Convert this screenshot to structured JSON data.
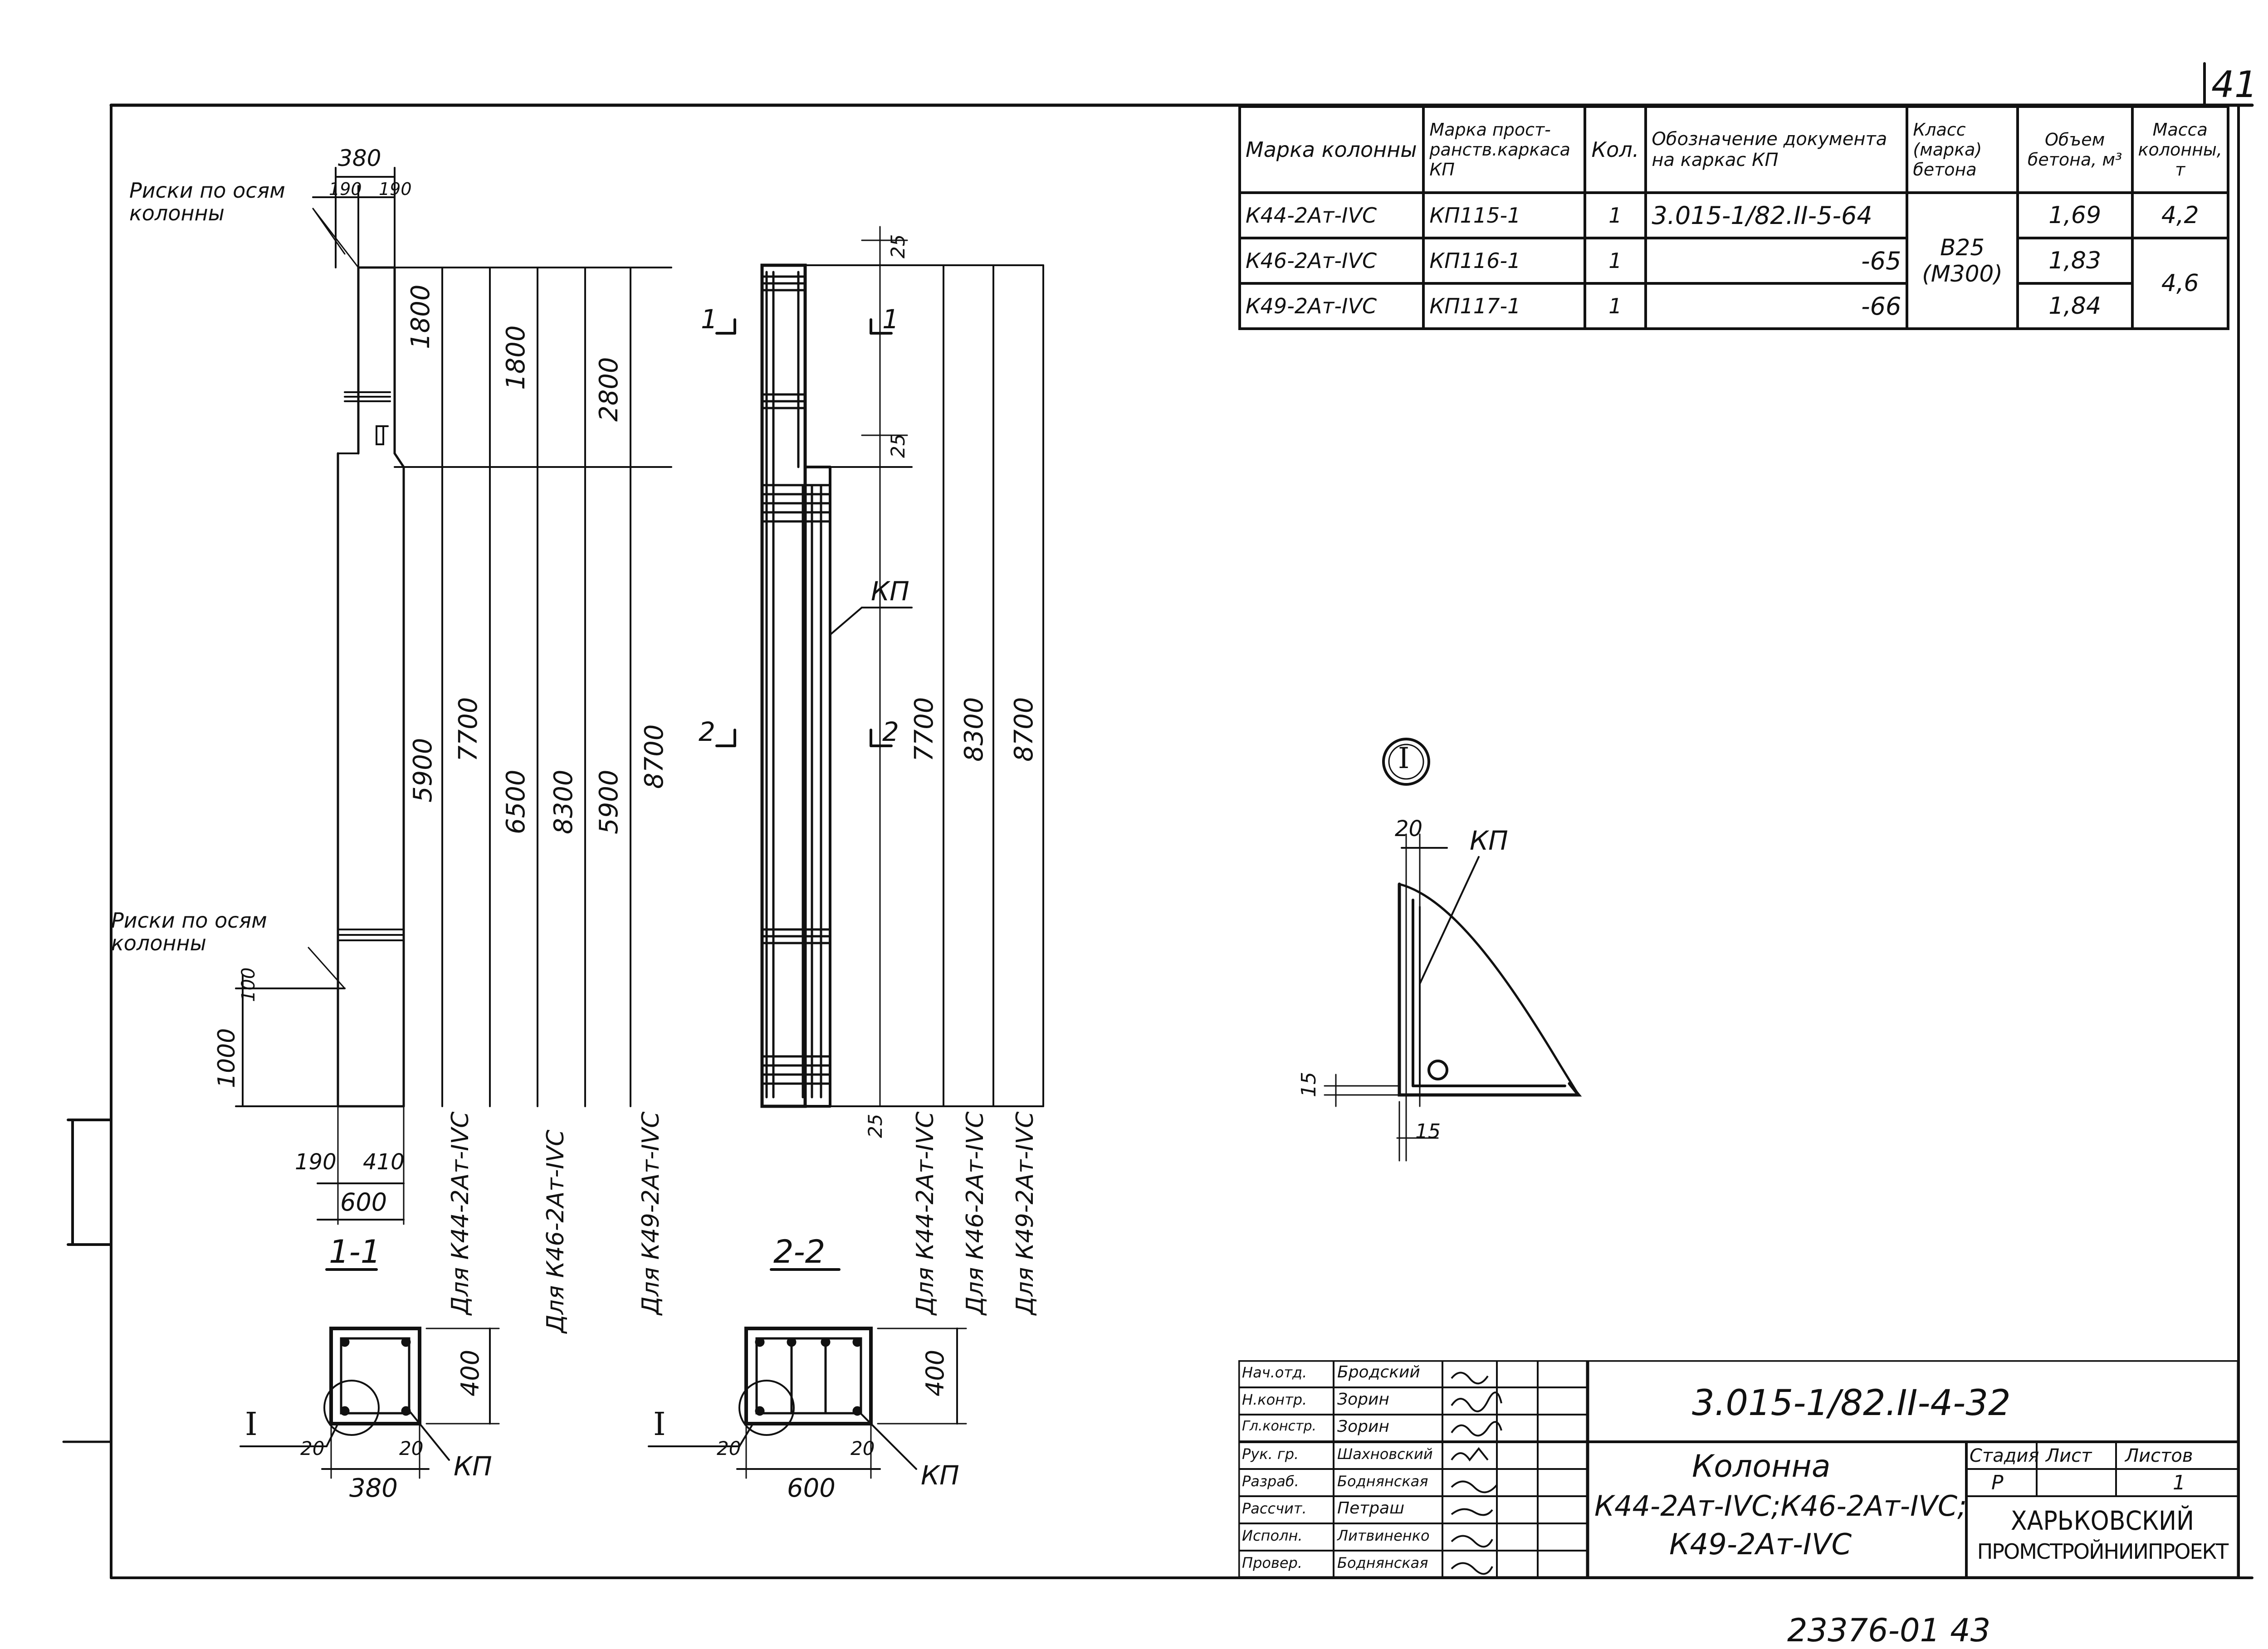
{
  "page_number": "41",
  "spec_table": {
    "headers": {
      "col_mark": "Марка колонны",
      "col_frame": "Марка прост-ранств.каркаса КП",
      "col_qty": "Кол.",
      "col_doc": "Обозначение документа на каркас КП",
      "col_class": "Класс (марка) бетона",
      "col_volume": "Объем бетона, м³",
      "col_mass": "Масса колонны, т"
    },
    "rows": [
      {
        "mark": "К44-2Ат-IVС",
        "frame": "КП115-1",
        "qty": "1",
        "doc": "3.015-1/82.II-5-64",
        "volume": "1,69",
        "mass": "4,2"
      },
      {
        "mark": "К46-2Ат-IVС",
        "frame": "КП116-1",
        "qty": "1",
        "doc": "-65",
        "volume": "1,83",
        "mass": "4,6"
      },
      {
        "mark": "К49-2Ат-IVС",
        "frame": "КП117-1",
        "qty": "1",
        "doc": "-66",
        "volume": "1,84",
        "mass": ""
      }
    ],
    "concrete_class": "В25 (М300)"
  },
  "left_view": {
    "top_width": "380",
    "top_split_a": "190",
    "top_split_b": "190",
    "risks_label_top": "Риски по осям колонны",
    "risks_label_bottom": "Риски по осям колонны",
    "dims_vertical": [
      "1800",
      "7700",
      "1800",
      "6500",
      "2800",
      "8300",
      "5900",
      "8700"
    ],
    "dim_5900": "5900",
    "dim_100": "100",
    "dim_1000": "1000",
    "bottom_190": "190",
    "bottom_410": "410",
    "bottom_600": "600",
    "labels": [
      "Для К44-2Ат-IVС",
      "Для К46-2Ат-IVС",
      "Для К49-2Ат-IVС"
    ],
    "section_label": "1-1"
  },
  "right_view": {
    "dim_25_top": "25",
    "dim_25_mid": "25",
    "dim_25_bottom": "25",
    "cut_1_left": "1",
    "cut_1_right": "1",
    "cut_2_left": "2",
    "cut_2_right": "2",
    "kp_label": "КП",
    "dims_vertical": [
      "7700",
      "8300",
      "8700"
    ],
    "labels": [
      "Для К44-2Ат-IVС",
      "Для К46-2Ат-IVС",
      "Для К49-2Ат-IVС"
    ],
    "section_label": "2-2"
  },
  "detail": {
    "marker": "I",
    "dim_20": "20",
    "kp_label": "КП",
    "dim_15_side": "15",
    "dim_15_bottom": "15"
  },
  "section_1": {
    "height": "400",
    "width": "380",
    "cover_left": "20",
    "cover_right": "20",
    "detail_marker": "I",
    "kp_label": "КП"
  },
  "section_2": {
    "height": "400",
    "width": "600",
    "cover_left": "20",
    "cover_right": "20",
    "detail_marker": "I",
    "kp_label": "КП"
  },
  "title_block": {
    "doc_code": "3.015-1/82.II-4-32",
    "title_line1": "Колонна",
    "title_line2": "К44-2Ат-IVС;К46-2Ат-IVС;",
    "title_line3": "К49-2Ат-IVС",
    "stage_header": "Стадия",
    "sheet_header": "Лист",
    "sheets_header": "Листов",
    "stage_value": "Р",
    "sheet_value": "",
    "sheets_value": "1",
    "org_line1": "ХАРЬКОВСКИЙ",
    "org_line2": "ПРОМСТРОЙНИИПРОЕКТ",
    "roles": [
      {
        "role": "Нач.отд.",
        "name": "Бродский"
      },
      {
        "role": "Н.контр.",
        "name": "Зорин"
      },
      {
        "role": "Гл.констр.",
        "name": "Зорин"
      },
      {
        "role": "Рук. гр.",
        "name": "Шахновский"
      },
      {
        "role": "Разраб.",
        "name": "Боднянская"
      },
      {
        "role": "Рассчит.",
        "name": "Петраш"
      },
      {
        "role": "Исполн.",
        "name": "Литвиненко"
      },
      {
        "role": "Провер.",
        "name": "Боднянская"
      }
    ]
  },
  "archive_number": "23376-01 43"
}
